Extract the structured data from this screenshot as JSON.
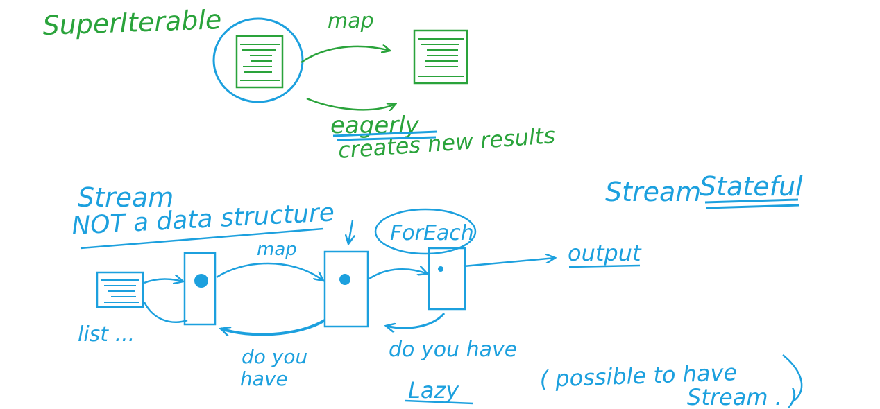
{
  "colors": {
    "green": "#2aa33b",
    "blue": "#1ca0de",
    "background": "#ffffff"
  },
  "top_section": {
    "title": "SuperIterable",
    "map_label": "map",
    "eager_word": "eagerly",
    "eager_rest": "creates new results"
  },
  "bottom_section": {
    "stream_title": "Stream",
    "not_data_structure": "NOT a data structure",
    "map_label": "map",
    "foreach_label": "ForEach",
    "output_label": "output",
    "list_label": "list ...",
    "do_you_line1": "do you",
    "do_you_line2": "have",
    "do_you_have": "do you have",
    "lazy_label": "Lazy",
    "stream_stateful_word1": "Stream",
    "stream_stateful_word2": "Stateful",
    "note_line1": "( possible to have",
    "note_line2": "Stream . )"
  }
}
